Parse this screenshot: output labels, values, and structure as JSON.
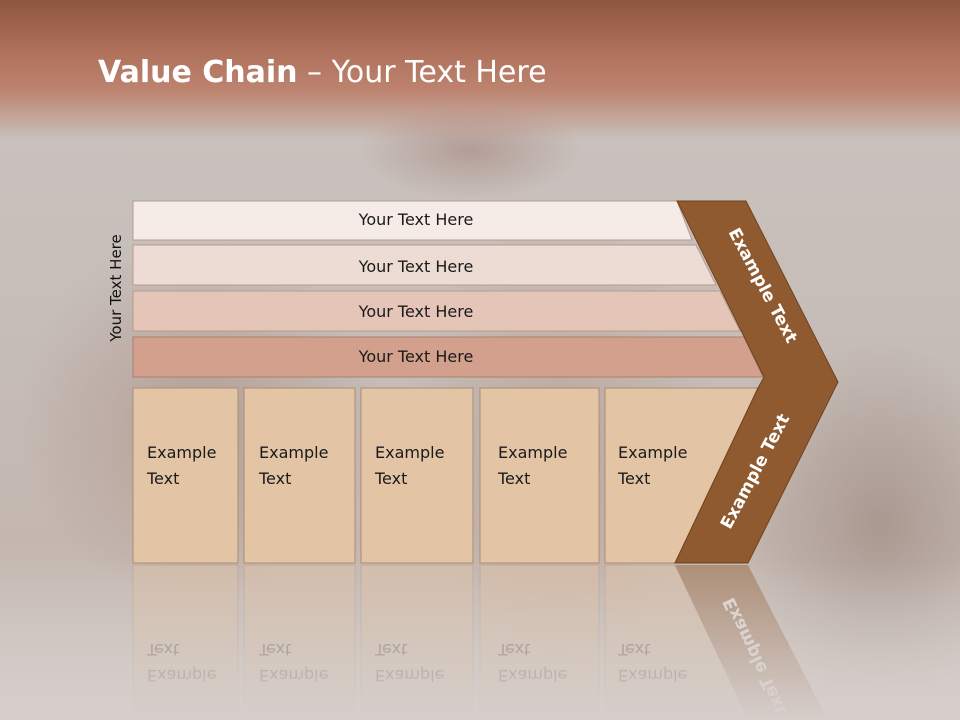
{
  "title": {
    "bold": "Value Chain",
    "rest": " – Your Text Here"
  },
  "side_label": "Your Text Here",
  "rows": [
    {
      "label": "Your Text Here",
      "fill": "#f5ece8"
    },
    {
      "label": "Your Text Here",
      "fill": "#eddcd3"
    },
    {
      "label": "Your Text Here",
      "fill": "#e4c5b7"
    },
    {
      "label": "Your Text Here",
      "fill": "#d2a08c"
    }
  ],
  "boxes": [
    {
      "line1": "Example",
      "line2": "Text"
    },
    {
      "line1": "Example",
      "line2": "Text"
    },
    {
      "line1": "Example",
      "line2": "Text"
    },
    {
      "line1": "Example",
      "line2": "Text"
    },
    {
      "line1": "Example",
      "line2": "Text"
    }
  ],
  "chevron": {
    "upper": "Example Text",
    "lower": "Example Text"
  },
  "colors": {
    "box_fill": "#e3c4a5",
    "chevron": "#8f5a2f",
    "title_bar": "#ae705a"
  }
}
